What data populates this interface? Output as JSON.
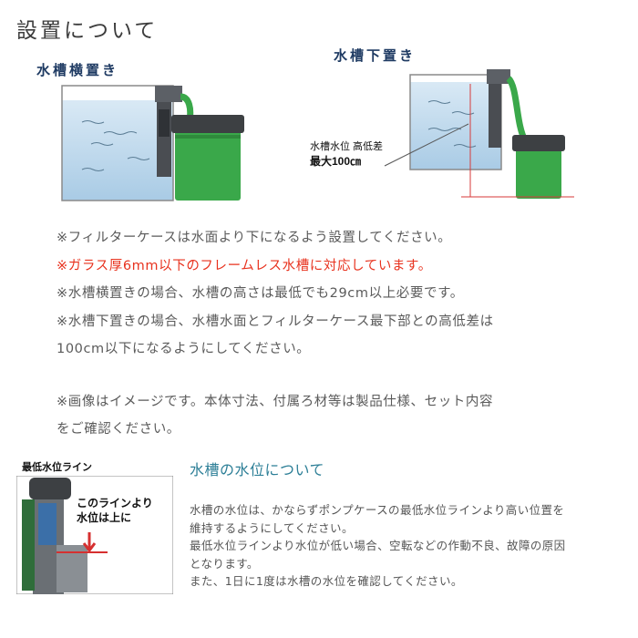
{
  "page_title": "設置について",
  "diagrams": {
    "side_title": "水槽横置き",
    "below_title": "水槽下置き",
    "height_label_line1": "水槽水位 高低差",
    "height_label_line2": "最大100㎝"
  },
  "notes": [
    "※フィルターケースは水面より下になるよう設置してください。",
    "※ガラス厚6mm以下のフレームレス水槽に対応しています。",
    "※水槽横置きの場合、水槽の高さは最低でも29cm以上必要です。",
    "※水槽下置きの場合、水槽水面とフィルターケース最下部との高低差は",
    "100cm以下になるようにしてください。"
  ],
  "image_note": [
    "※画像はイメージです。本体寸法、付属ろ材等は製品仕様、セット内容",
    "をご確認ください。"
  ],
  "illustration": {
    "label": "最低水位ライン",
    "callout_line1": "このラインより",
    "callout_line2": "水位は上に"
  },
  "water_level": {
    "heading": "水槽の水位について",
    "body": [
      "水槽の水位は、かならずポンプケースの最低水位ラインより高い位置を",
      "維持するようにしてください。",
      "最低水位ラインより水位が低い場合、空転などの作動不良、故障の原因",
      "となります。",
      "また、1日に1度は水槽の水位を確認してください。"
    ]
  },
  "colors": {
    "red_note": "#e8321e",
    "heading_teal": "#2d7f97",
    "diagram_title_navy": "#1f3b63",
    "filter_green": "#3aa84a",
    "water_blue": "#bcd8ec"
  }
}
